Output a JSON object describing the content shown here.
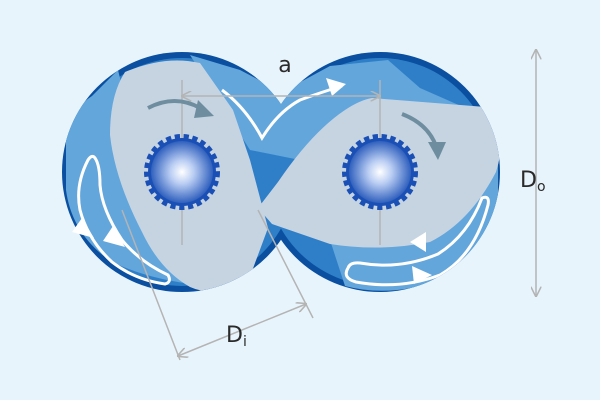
{
  "labels": {
    "center_distance": "a",
    "outer_diameter_main": "D",
    "outer_diameter_sub": "o",
    "inner_diameter_main": "D",
    "inner_diameter_sub": "i"
  },
  "colors": {
    "background": "#e8f4fc",
    "barrel_dark": "#0a4fa0",
    "barrel_mid": "#2f7fc8",
    "barrel_light": "#62a6dc",
    "rotor": "#c6d4e2",
    "flow_line": "#ffffff",
    "arrow": "#6e8ea0",
    "dimension_line": "#b4b4b4",
    "shaft_light": "#ffffff",
    "shaft_dark": "#1a4fb5"
  },
  "icons": {
    "rotation_arrow_left": "curved-arrow-icon",
    "rotation_arrow_right": "curved-arrow-icon",
    "flow_arrows": "arrowhead-icon"
  }
}
